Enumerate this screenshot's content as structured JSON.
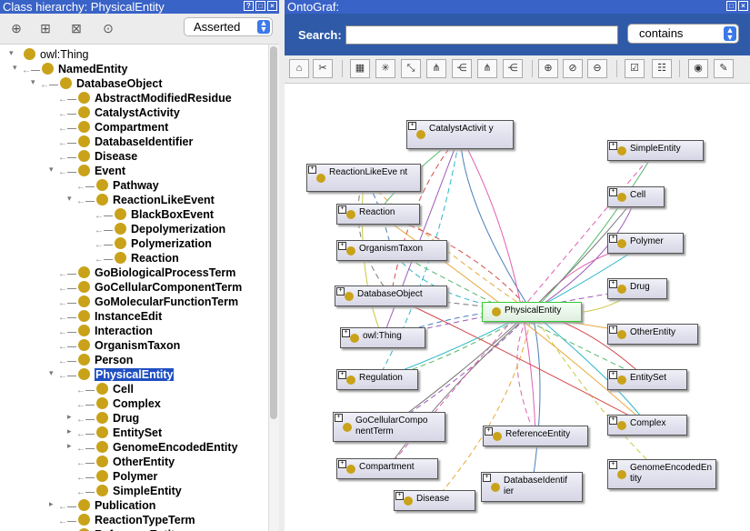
{
  "left_panel": {
    "title": "Class hierarchy: PhysicalEntity",
    "window_buttons": [
      "?",
      "□",
      "×"
    ],
    "mode_select": "Asserted",
    "tree": [
      {
        "label": "owl:Thing",
        "depth": 0,
        "bold": false,
        "expanded": true
      },
      {
        "label": "NamedEntity",
        "depth": 1,
        "bold": true,
        "expanded": true
      },
      {
        "label": "DatabaseObject",
        "depth": 2,
        "bold": true,
        "expanded": true
      },
      {
        "label": "AbstractModifiedResidue",
        "depth": 3,
        "bold": true
      },
      {
        "label": "CatalystActivity",
        "depth": 3,
        "bold": true
      },
      {
        "label": "Compartment",
        "depth": 3,
        "bold": true
      },
      {
        "label": "DatabaseIdentifier",
        "depth": 3,
        "bold": true
      },
      {
        "label": "Disease",
        "depth": 3,
        "bold": true
      },
      {
        "label": "Event",
        "depth": 3,
        "bold": true,
        "expanded": true
      },
      {
        "label": "Pathway",
        "depth": 4,
        "bold": true
      },
      {
        "label": "ReactionLikeEvent",
        "depth": 4,
        "bold": true,
        "expanded": true
      },
      {
        "label": "BlackBoxEvent",
        "depth": 5,
        "bold": true
      },
      {
        "label": "Depolymerization",
        "depth": 5,
        "bold": true
      },
      {
        "label": "Polymerization",
        "depth": 5,
        "bold": true
      },
      {
        "label": "Reaction",
        "depth": 5,
        "bold": true
      },
      {
        "label": "GoBiologicalProcessTerm",
        "depth": 3,
        "bold": true
      },
      {
        "label": "GoCellularComponentTerm",
        "depth": 3,
        "bold": true
      },
      {
        "label": "GoMolecularFunctionTerm",
        "depth": 3,
        "bold": true
      },
      {
        "label": "InstanceEdit",
        "depth": 3,
        "bold": true
      },
      {
        "label": "Interaction",
        "depth": 3,
        "bold": true
      },
      {
        "label": "OrganismTaxon",
        "depth": 3,
        "bold": true
      },
      {
        "label": "Person",
        "depth": 3,
        "bold": true
      },
      {
        "label": "PhysicalEntity",
        "depth": 3,
        "bold": true,
        "selected": true,
        "expanded": true
      },
      {
        "label": "Cell",
        "depth": 4,
        "bold": true
      },
      {
        "label": "Complex",
        "depth": 4,
        "bold": true
      },
      {
        "label": "Drug",
        "depth": 4,
        "bold": true,
        "collapsed": true
      },
      {
        "label": "EntitySet",
        "depth": 4,
        "bold": true,
        "collapsed": true
      },
      {
        "label": "GenomeEncodedEntity",
        "depth": 4,
        "bold": true,
        "collapsed": true
      },
      {
        "label": "OtherEntity",
        "depth": 4,
        "bold": true
      },
      {
        "label": "Polymer",
        "depth": 4,
        "bold": true
      },
      {
        "label": "SimpleEntity",
        "depth": 4,
        "bold": true
      },
      {
        "label": "Publication",
        "depth": 3,
        "bold": true,
        "collapsed": true
      },
      {
        "label": "ReactionTypeTerm",
        "depth": 3,
        "bold": true
      },
      {
        "label": "ReferenceEntity",
        "depth": 3,
        "bold": true
      }
    ]
  },
  "right_panel": {
    "title": "OntoGraf:",
    "window_buttons": [
      "□",
      "×"
    ],
    "search_label": "Search:",
    "search_value": "",
    "search_mode": "contains",
    "node_colors": {
      "focus_border": "#33cc33",
      "dot": "#c9a21a"
    },
    "nodes": [
      {
        "id": "CatalystActivity",
        "label": "CatalystActivit y",
        "focus": false
      },
      {
        "id": "ReactionLikeEvent",
        "label": "ReactionLikeEve nt",
        "focus": false
      },
      {
        "id": "SimpleEntity",
        "label": "SimpleEntity",
        "focus": false
      },
      {
        "id": "Reaction",
        "label": "Reaction",
        "focus": false
      },
      {
        "id": "Cell",
        "label": "Cell",
        "focus": false
      },
      {
        "id": "OrganismTaxon",
        "label": "OrganismTaxon",
        "focus": false
      },
      {
        "id": "Polymer",
        "label": "Polymer",
        "focus": false
      },
      {
        "id": "DatabaseObject",
        "label": "DatabaseObject",
        "focus": false
      },
      {
        "id": "Drug",
        "label": "Drug",
        "focus": false
      },
      {
        "id": "PhysicalEntity",
        "label": "PhysicalEntity",
        "focus": true
      },
      {
        "id": "owlThing",
        "label": "owl:Thing",
        "focus": false
      },
      {
        "id": "OtherEntity",
        "label": "OtherEntity",
        "focus": false
      },
      {
        "id": "Regulation",
        "label": "Regulation",
        "focus": false
      },
      {
        "id": "EntitySet",
        "label": "EntitySet",
        "focus": false
      },
      {
        "id": "GoCellularComponentTerm",
        "label": "GoCellularCompo nentTerm",
        "focus": false
      },
      {
        "id": "Complex",
        "label": "Complex",
        "focus": false
      },
      {
        "id": "ReferenceEntity",
        "label": "ReferenceEntity",
        "focus": false
      },
      {
        "id": "Compartment",
        "label": "Compartment",
        "focus": false
      },
      {
        "id": "GenomeEncodedEntity",
        "label": "GenomeEncodedEn tity",
        "focus": false
      },
      {
        "id": "DatabaseIdentifier",
        "label": "DatabaseIdentif ier",
        "focus": false
      },
      {
        "id": "Disease",
        "label": "Disease",
        "focus": false
      }
    ]
  }
}
